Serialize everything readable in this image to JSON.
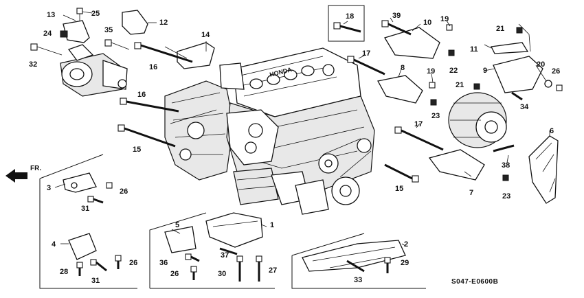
{
  "diagram_code": "S047-E0600B",
  "direction_label": "FR.",
  "callouts": {
    "n1": "1",
    "n2": "2",
    "n3": "3",
    "n4": "4",
    "n5": "5",
    "n6": "6",
    "n7": "7",
    "n8": "8",
    "n9": "9",
    "n10": "10",
    "n11": "11",
    "n12": "12",
    "n13": "13",
    "n14": "14",
    "n15a": "15",
    "n15b": "15",
    "n16a": "16",
    "n16b": "16",
    "n17a": "17",
    "n17b": "17",
    "n18": "18",
    "n19a": "19",
    "n19b": "19",
    "n20": "20",
    "n21a": "21",
    "n21b": "21",
    "n22": "22",
    "n23a": "23",
    "n23b": "23",
    "n24": "24",
    "n25": "25",
    "n26a": "26",
    "n26b": "26",
    "n26c": "26",
    "n26d": "26",
    "n27": "27",
    "n28": "28",
    "n29": "29",
    "n30": "30",
    "n31a": "31",
    "n31b": "31",
    "n32": "32",
    "n33": "33",
    "n34": "34",
    "n35": "35",
    "n36": "36",
    "n37": "37",
    "n38": "38",
    "n39": "39"
  },
  "engine_text": "HONDA"
}
